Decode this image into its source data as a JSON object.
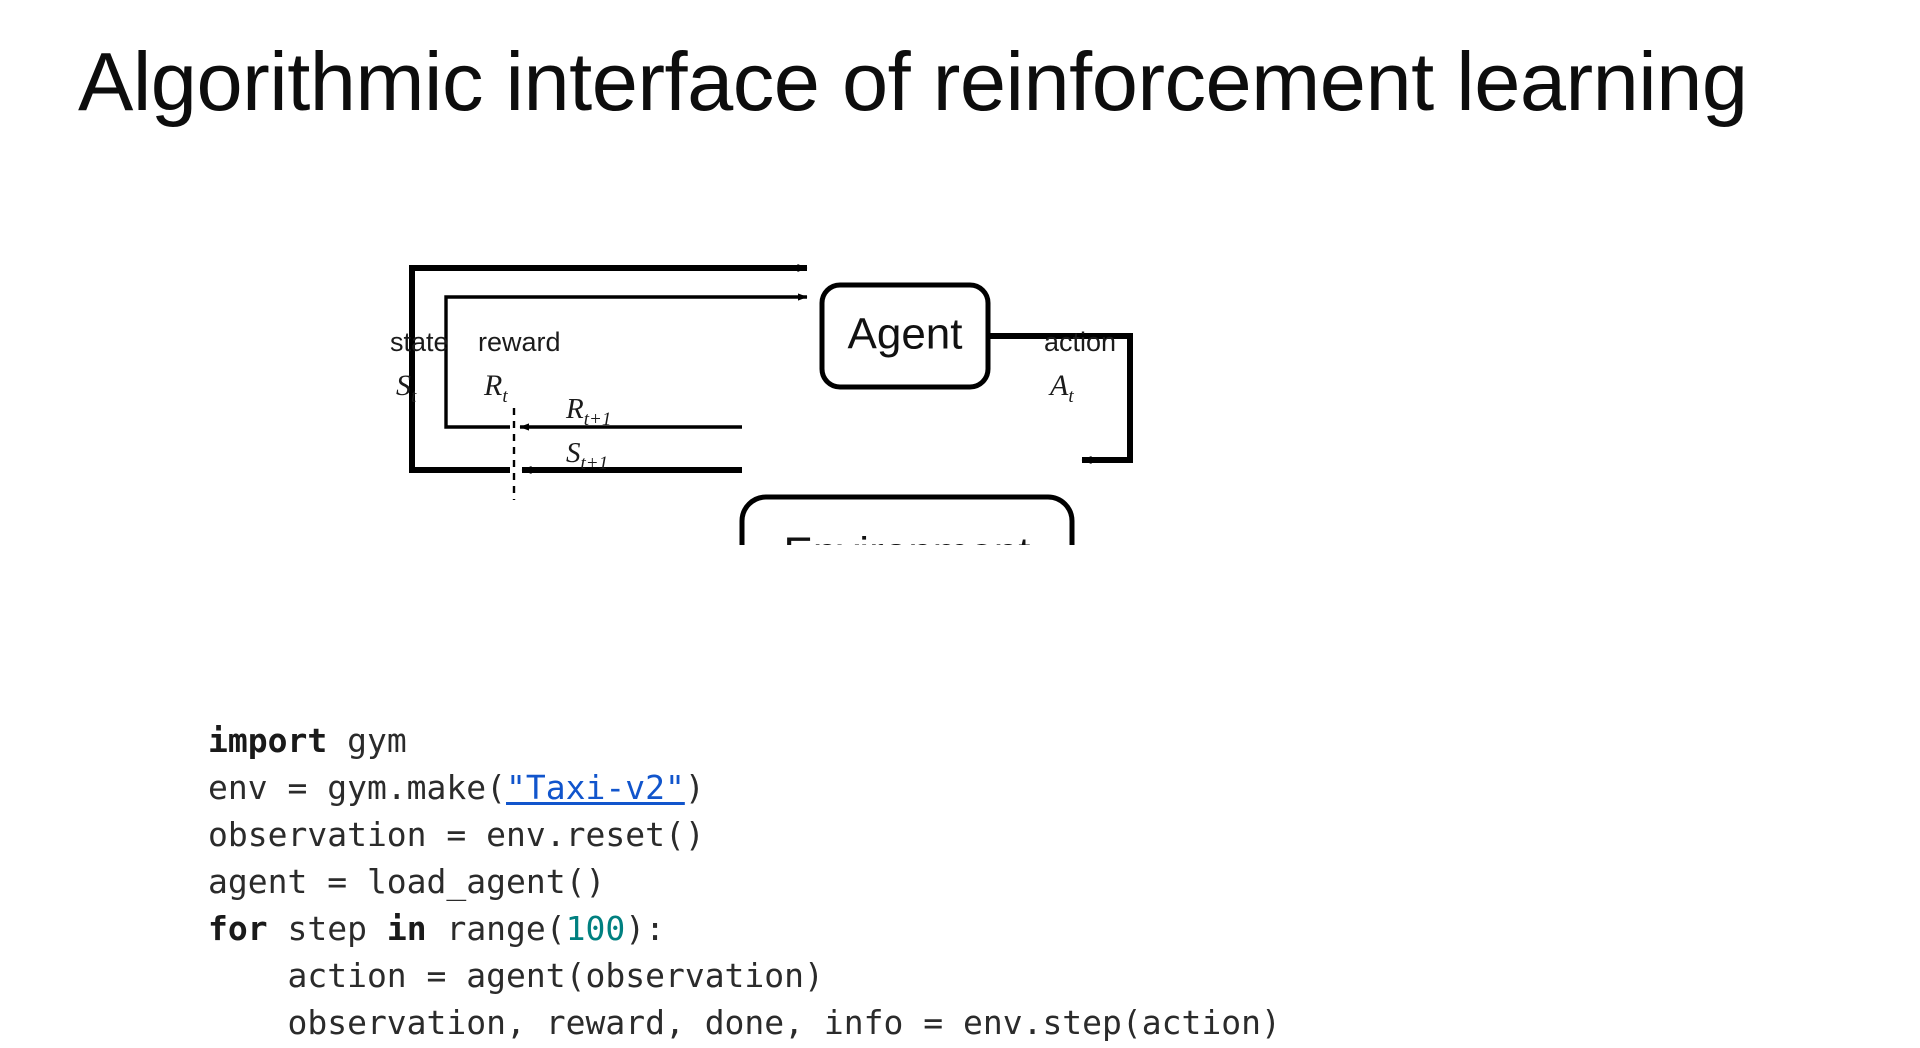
{
  "slide": {
    "title": "Algorithmic interface of reinforcement learning",
    "background_color": "#ffffff",
    "title_color": "#0d0d0d"
  },
  "diagram": {
    "name": "agent-environment-interaction-loop",
    "description": "Sutton & Barto reinforcement learning agent-environment interface diagram",
    "nodes": [
      {
        "id": "agent",
        "label": "Agent"
      },
      {
        "id": "environment",
        "label": "Environment"
      }
    ],
    "edge_labels": [
      {
        "id": "state",
        "text": "state",
        "symbol": "S",
        "subscript": "t"
      },
      {
        "id": "reward",
        "text": "reward",
        "symbol": "R",
        "subscript": "t"
      },
      {
        "id": "action",
        "text": "action",
        "symbol": "A",
        "subscript": "t"
      },
      {
        "id": "next-reward",
        "text": "",
        "symbol": "R",
        "subscript": "t+1"
      },
      {
        "id": "next-state",
        "text": "",
        "symbol": "S",
        "subscript": "t+1"
      }
    ],
    "stroke_color": "#000000",
    "node_fill": "#ffffff"
  },
  "code": {
    "language": "python",
    "link_color": "#1155cc",
    "number_color": "#008080",
    "text_color": "#2b2b2b",
    "lines": [
      {
        "id": "line-1",
        "tokens": [
          {
            "t": "import",
            "style": "kw"
          },
          {
            "t": " gym",
            "style": "plain"
          }
        ]
      },
      {
        "id": "line-2",
        "tokens": [
          {
            "t": "env = gym.make(",
            "style": "plain"
          },
          {
            "t": "\"Taxi-v2\"",
            "style": "link"
          },
          {
            "t": ")",
            "style": "plain"
          }
        ]
      },
      {
        "id": "line-3",
        "tokens": [
          {
            "t": "observation = env.reset()",
            "style": "plain"
          }
        ]
      },
      {
        "id": "line-4",
        "tokens": [
          {
            "t": "agent = load_agent()",
            "style": "plain"
          }
        ]
      },
      {
        "id": "line-5",
        "tokens": [
          {
            "t": "for",
            "style": "kw"
          },
          {
            "t": " step ",
            "style": "plain"
          },
          {
            "t": "in",
            "style": "kw"
          },
          {
            "t": " range(",
            "style": "plain"
          },
          {
            "t": "100",
            "style": "num"
          },
          {
            "t": "):",
            "style": "plain"
          }
        ]
      },
      {
        "id": "line-6",
        "tokens": [
          {
            "t": "    action = agent(observation)",
            "style": "plain"
          }
        ]
      },
      {
        "id": "line-7",
        "tokens": [
          {
            "t": "    observation, reward, done, info = env.step(action)",
            "style": "plain"
          }
        ]
      }
    ]
  }
}
